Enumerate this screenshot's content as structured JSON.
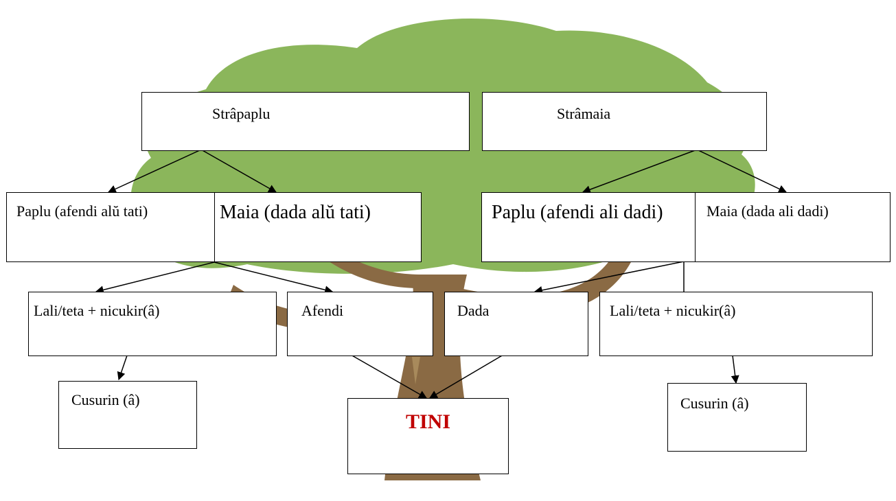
{
  "title": "",
  "nodes": {
    "strapaplu": "Strâpaplu",
    "stramaia": "Strâmaia",
    "paplu_tati": "Paplu (afendi alŭ tati)",
    "maia_tati": "Maia (dada alŭ tati)",
    "paplu_dadi": "Paplu (afendi ali dadi)",
    "maia_dadi": "Maia (dada ali dadi)",
    "lali_left": "Lali/teta + nicukir(â)",
    "afendi": "Afendi",
    "dada": "Dada",
    "lali_right": "Lali/teta + nicukir(â)",
    "cusurin_left": "Cusurin (â)",
    "tini": "TINI",
    "cusurin_right": "Cusurin (â)"
  },
  "colors": {
    "foliage": "#8bb65b",
    "trunk": "#8a6a44",
    "title_red": "#ff0000",
    "tini_red": "#c00000"
  },
  "icons": {
    "background": "tree-illustration"
  }
}
